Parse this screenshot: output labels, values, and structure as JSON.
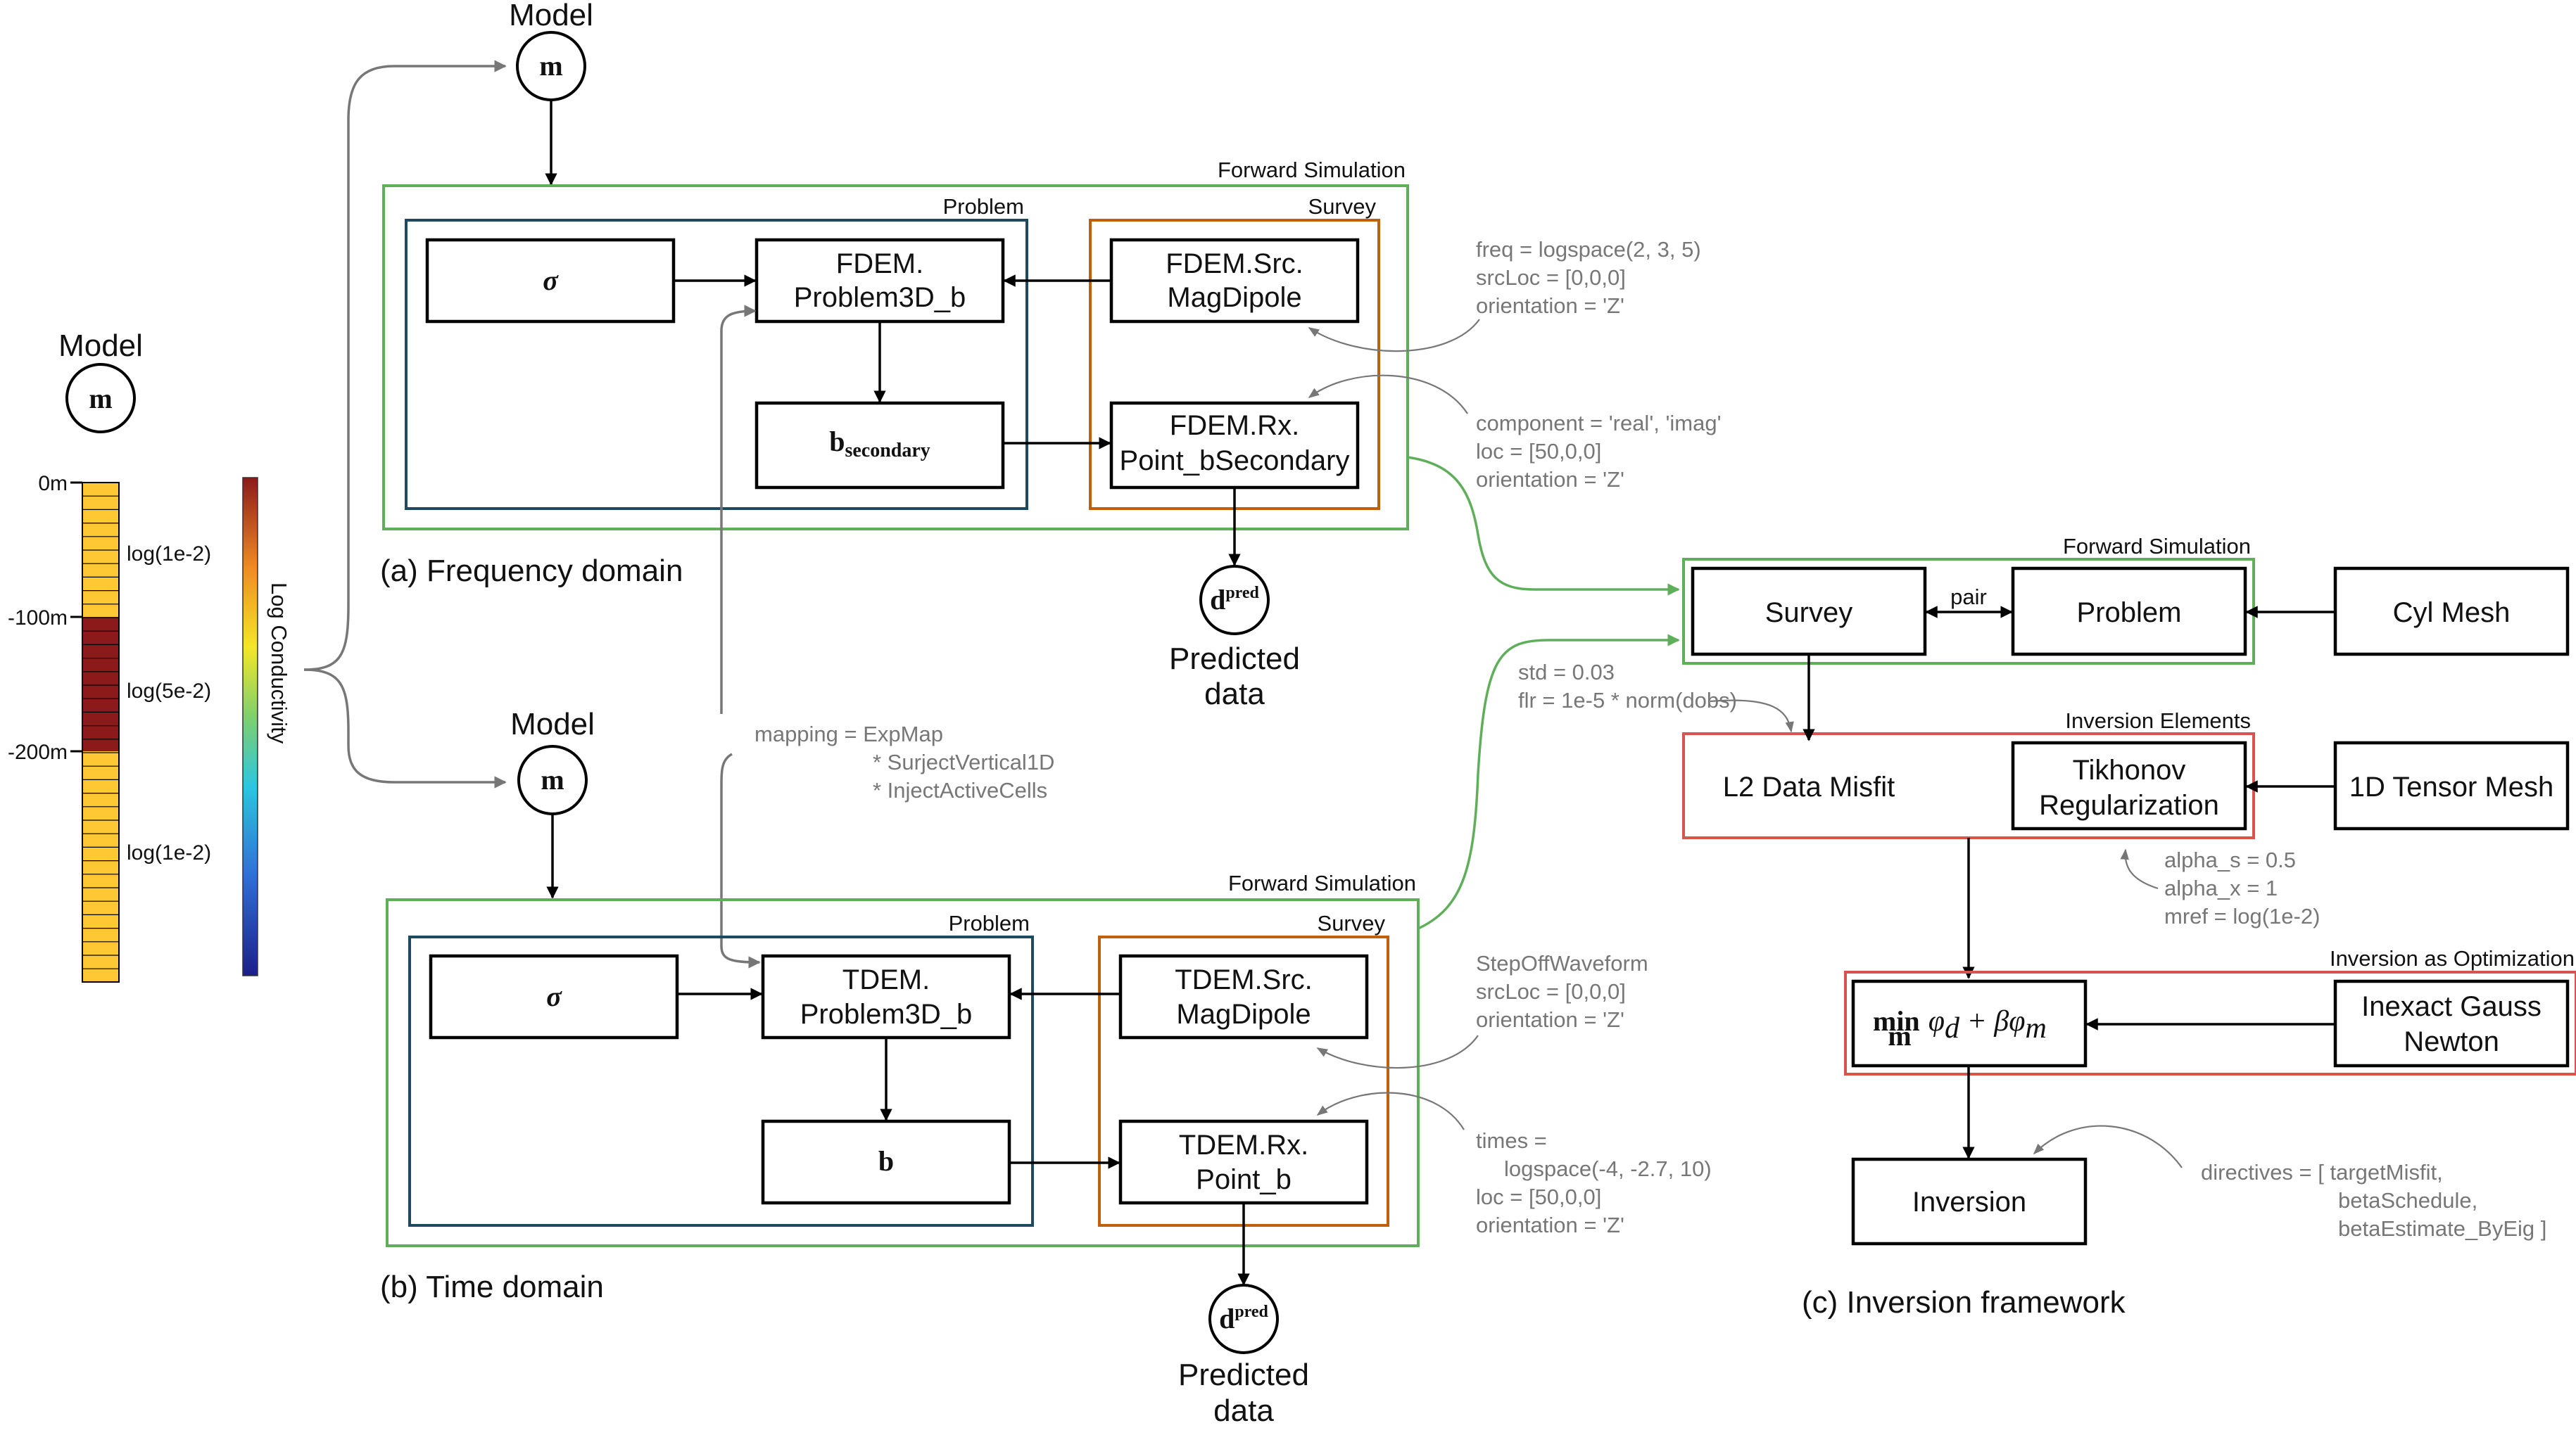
{
  "model": {
    "left_title": "Model",
    "symbol": "m",
    "depth_ticks": [
      "0m",
      "-100m",
      "-200m"
    ],
    "layers": [
      {
        "label": "log(1e-2)",
        "color": "#fdc833"
      },
      {
        "label": "log(5e-2)",
        "color": "#8c1a1a"
      },
      {
        "label": "log(1e-2)",
        "color": "#fdc833"
      }
    ],
    "colorbar_label": "Log Conductivity"
  },
  "frequency": {
    "model_title": "Model",
    "model_symbol": "m",
    "forward_label": "Forward Simulation",
    "problem_label": "Problem",
    "survey_label": "Survey",
    "sigma": "σ",
    "problem_box": [
      "FDEM.",
      "Problem3D_b"
    ],
    "field_main": "b",
    "field_sub": "secondary",
    "src_box": [
      "FDEM.Src.",
      "MagDipole"
    ],
    "rx_box": [
      "FDEM.Rx.",
      "Point_bSecondary"
    ],
    "pred_symbol": "d",
    "pred_sup": "pred",
    "pred_label": [
      "Predicted",
      "data"
    ],
    "caption": "(a) Frequency domain",
    "src_notes": [
      "freq =  logspace(2, 3, 5)",
      "srcLoc  =  [0,0,0]",
      "orientation = 'Z'"
    ],
    "rx_notes": [
      "component = 'real', 'imag'",
      "loc  =  [50,0,0]",
      "orientation = 'Z'"
    ]
  },
  "mapping_notes": [
    "mapping = ExpMap",
    "* SurjectVertical1D",
    "* InjectActiveCells"
  ],
  "time": {
    "model_title": "Model",
    "model_symbol": "m",
    "forward_label": "Forward Simulation",
    "problem_label": "Problem",
    "survey_label": "Survey",
    "sigma": "σ",
    "problem_box": [
      "TDEM.",
      "Problem3D_b"
    ],
    "field_main": "b",
    "src_box": [
      "TDEM.Src.",
      "MagDipole"
    ],
    "rx_box": [
      "TDEM.Rx.",
      "Point_b"
    ],
    "pred_symbol": "d",
    "pred_sup": "pred",
    "pred_label": [
      "Predicted",
      "data"
    ],
    "caption": "(b) Time domain",
    "src_notes": [
      "StepOffWaveform",
      "srcLoc  =  [0,0,0]",
      "orientation = 'Z'"
    ],
    "rx_notes": [
      "times =",
      "logspace(-4, -2.7, 10)",
      "loc  =  [50,0,0]",
      "orientation = 'Z'"
    ]
  },
  "inversion": {
    "forward_label": "Forward Simulation",
    "survey": "Survey",
    "pair": "pair",
    "problem": "Problem",
    "cyl_mesh": "Cyl Mesh",
    "elements_label": "Inversion Elements",
    "misfit": "L2 Data Misfit",
    "regularization": [
      "Tikhonov",
      "Regularization"
    ],
    "tensor_mesh": "1D Tensor Mesh",
    "optimization_label": "Inversion as Optimization",
    "objective_min": "min",
    "objective_m": "m",
    "objective_rest": "φ",
    "optimizer": [
      "Inexact Gauss",
      "Newton"
    ],
    "inversion": "Inversion",
    "caption": "(c) Inversion framework",
    "data_notes": [
      "std = 0.03",
      "flr = 1e-5 * norm(dobs)"
    ],
    "reg_notes": [
      "alpha_s = 0.5",
      "alpha_x = 1",
      "mref = log(1e-2)"
    ],
    "directive_notes": [
      "directives = [ targetMisfit,",
      "betaSchedule,",
      "betaEstimate_ByEig ]"
    ]
  },
  "colors": {
    "forward_frame": "#5fae5a",
    "problem_frame": "#1c4a60",
    "survey_frame": "#c0600c",
    "inversion_frame": "#d9534f",
    "note_text": "#777777"
  }
}
